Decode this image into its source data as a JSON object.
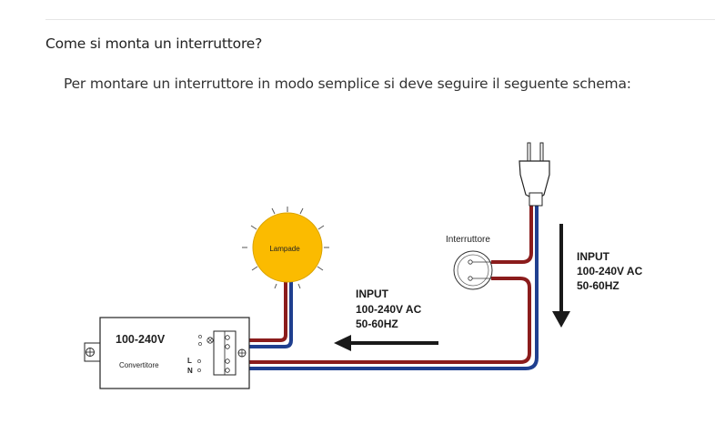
{
  "faq": {
    "question": "Come si monta un interruttore?",
    "answer": "Per montare un interruttore in modo semplice si deve seguire il seguente schema:"
  },
  "diagram": {
    "lamp_label": "Lampade",
    "switch_label": "Interruttore",
    "converter_voltage": "100-240V",
    "converter_label": "Convertitore",
    "terminal_l": "L",
    "terminal_n": "N",
    "input_left": {
      "line1": "INPUT",
      "line2": "100-240V AC",
      "line3": "50-60HZ"
    },
    "input_right": {
      "line1": "INPUT",
      "line2": "100-240V AC",
      "line3": "50-60HZ"
    },
    "colors": {
      "live_wire": "#8b1c1c",
      "neutral_wire": "#1f3f8f",
      "lamp_fill": "#fbbb00",
      "arrow": "#1a1a1a"
    }
  }
}
